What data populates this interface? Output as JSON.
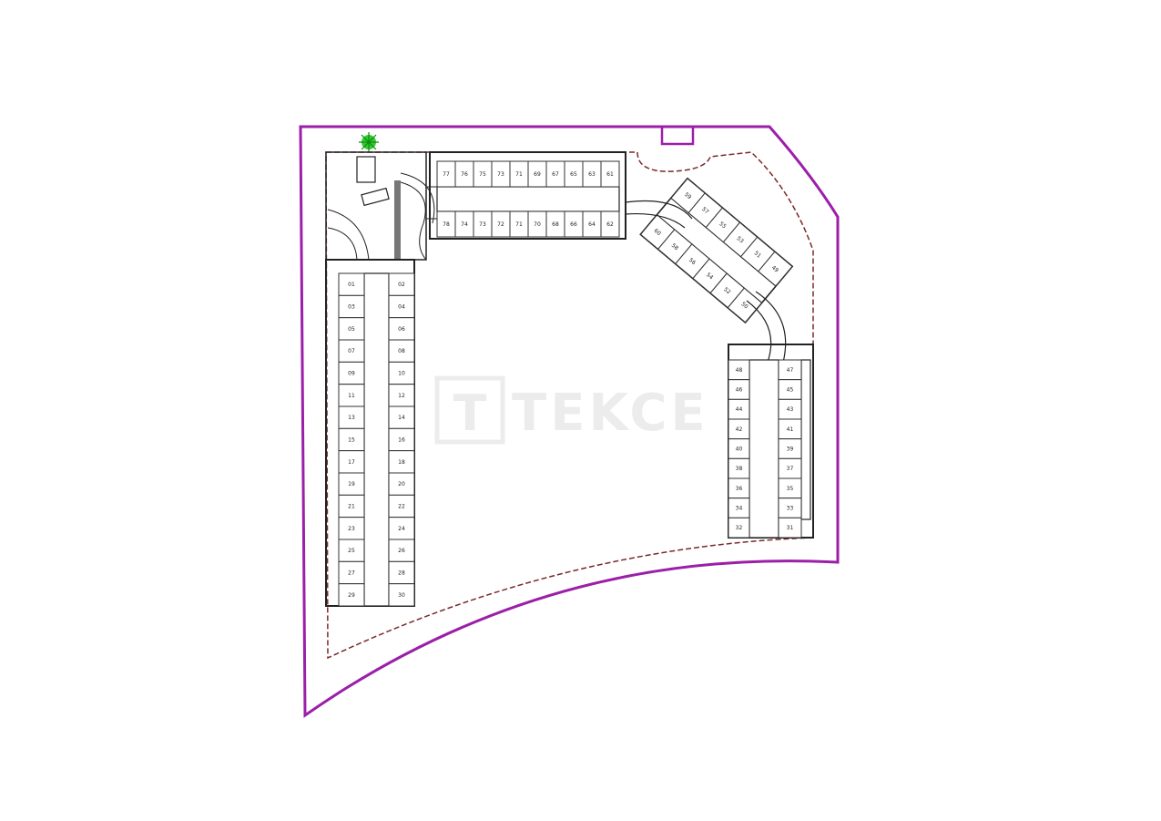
{
  "colors": {
    "site_boundary": "#9b1fa8",
    "setback_line": "#7a2a2a",
    "walls": "#222222",
    "tree": "#2ecc2e",
    "watermark": "#e8e8e8"
  },
  "watermark": {
    "letter": "T",
    "text": "TEKCE"
  },
  "icons": [
    "tree-icon",
    "parking-ramp",
    "accessible-icon"
  ],
  "wings": {
    "west_outer": [
      "01",
      "03",
      "05",
      "07",
      "09",
      "11",
      "13",
      "15",
      "17",
      "19",
      "21",
      "23",
      "25",
      "27",
      "29"
    ],
    "west_inner": [
      "02",
      "04",
      "06",
      "08",
      "10",
      "12",
      "14",
      "16",
      "18",
      "20",
      "22",
      "24",
      "26",
      "28",
      "30"
    ],
    "north_outer": [
      "77",
      "76",
      "75",
      "73",
      "71",
      "69",
      "67",
      "65",
      "63",
      "61"
    ],
    "north_inner": [
      "78",
      "74",
      "73",
      "72",
      "71",
      "70",
      "68",
      "66",
      "64",
      "62"
    ],
    "diagonal_inner": [
      "60",
      "58",
      "56",
      "54",
      "52",
      "50"
    ],
    "diagonal_outer": [
      "59",
      "57",
      "55",
      "53",
      "51",
      "49"
    ],
    "east_inner": [
      "48",
      "46",
      "44",
      "42",
      "40",
      "38",
      "36",
      "34",
      "32"
    ],
    "east_outer": [
      "47",
      "45",
      "43",
      "41",
      "39",
      "37",
      "35",
      "33",
      "31"
    ]
  }
}
